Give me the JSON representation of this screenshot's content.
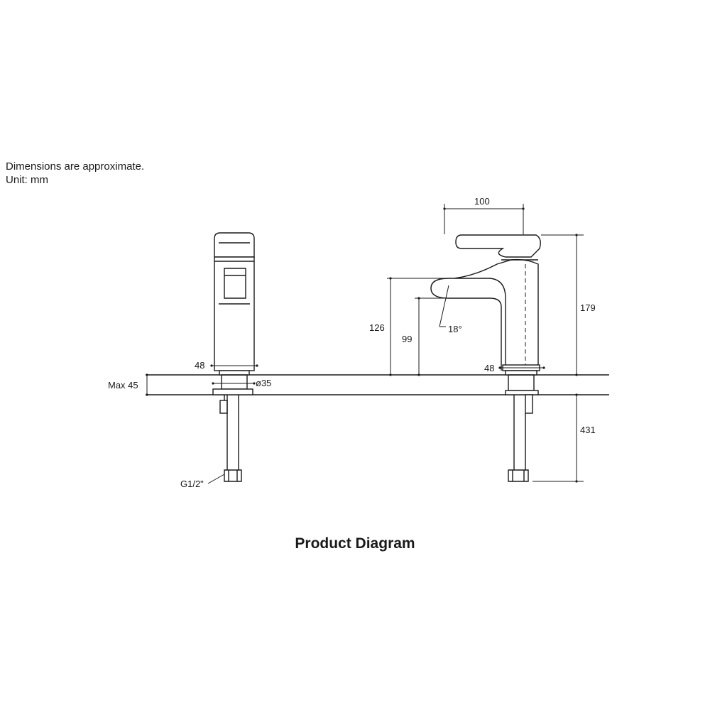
{
  "notes": {
    "line1": "Dimensions are approximate.",
    "line2": "Unit: mm"
  },
  "dimensions": {
    "width_top": "100",
    "height_total": "179",
    "spout_height": "126",
    "spout_clearance": "99",
    "angle": "18°",
    "base_left": "48",
    "base_right": "48",
    "hole_diameter": "ø35",
    "max_thickness": "Max 45",
    "hose_length": "431",
    "thread": "G1/2\""
  },
  "caption": "Product Diagram"
}
